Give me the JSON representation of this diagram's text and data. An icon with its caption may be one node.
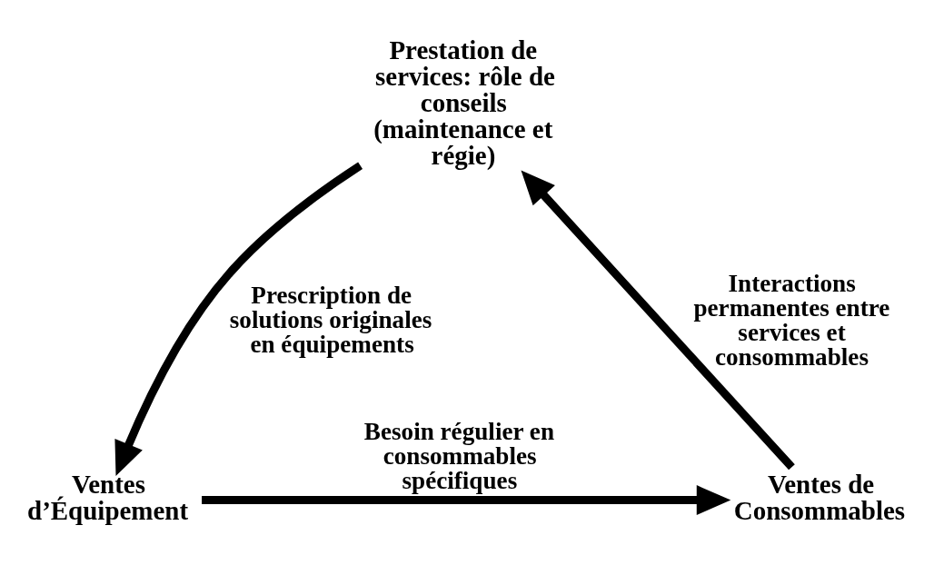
{
  "diagram": {
    "nodes": [
      {
        "text": [
          "Prestation de services: rôle de conseils (maintenance et régie)"
        ]
      },
      {
        "text": [
          "Ventes d’Équipement"
        ]
      },
      {
        "text": [
          "Ventes de Consommables"
        ]
      }
    ],
    "edges": [
      {
        "from": 0,
        "to": 1,
        "arrow": "to",
        "label": "Prescription de solutions originales en équipements"
      },
      {
        "from": 1,
        "to": 2,
        "arrow": "to",
        "label": "Besoin régulier en consommables spécifiques"
      },
      {
        "from": 2,
        "to": 0,
        "arrow": "to",
        "label": "Interactions permanentes entre services et consommables"
      }
    ]
  }
}
